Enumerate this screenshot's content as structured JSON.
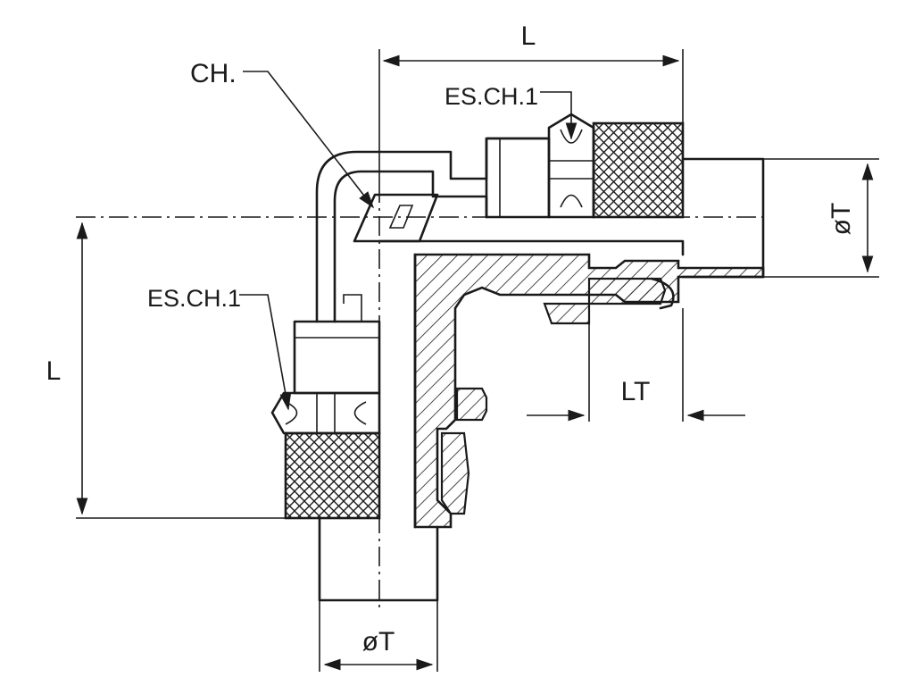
{
  "labels": {
    "ch": "CH.",
    "esch_top": "ES.CH.1",
    "esch_left": "ES.CH.1",
    "l_top": "L",
    "l_left": "L",
    "dia_right": "øT",
    "dia_bottom": "øT",
    "lt": "LT"
  },
  "colors": {
    "line": "#1a1a1a",
    "background": "#ffffff"
  }
}
